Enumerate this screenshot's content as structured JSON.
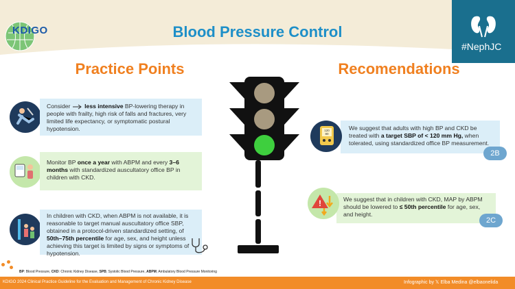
{
  "header": {
    "logo_text": "KDIGO",
    "title": "Blood Pressure Control",
    "hashtag": "#NephJC"
  },
  "sections": {
    "left_title": "Practice Points",
    "right_title": "Recomendations"
  },
  "practice_points": [
    {
      "pre": "Consider ",
      "bold": "less intensive",
      "post": " BP-lowering therapy in people with frailty, high risk of falls and fractures, very limited life expectancy, or symptomatic postural hypotension."
    },
    {
      "pre": "Monitor BP ",
      "bold": "once a year",
      "mid": " with ABPM and every ",
      "bold2": "3–6 months",
      "post": " with standardized auscultatory office BP in children with CKD."
    },
    {
      "pre": "In children with CKD, when ABPM is not available, it is reasonable to target manual auscultatory office SBP, obtained in a protocol-driven standardized setting, of ",
      "bold": "50th–75th percentile",
      "post": " for age, sex, and height unless achieving this target is limited by signs or symptoms of hypotension."
    }
  ],
  "recommendations": [
    {
      "pre": "We suggest that adults with high BP and CKD be treated with ",
      "bold": "a target SBP of < 120 mm Hg,",
      "post": " when tolerated, using standardized office BP measurement.",
      "grade": "2B"
    },
    {
      "pre": "We suggest that in children with CKD, MAP by ABPM should be lowered to ",
      "bold": "≤ 50th percentile",
      "post": " for age, sex, and height.",
      "grade": "2C"
    }
  ],
  "bp_monitor": {
    "line1": "120",
    "line2": "80"
  },
  "footer": {
    "abbr": [
      {
        "term": "BP",
        "def": ": Blood Pressure, "
      },
      {
        "term": "CKD",
        "def": ": Chronic Kidney Disease, "
      },
      {
        "term": "SPB",
        "def": "; Systolic Blood Pressure, "
      },
      {
        "term": "ABPM",
        "def": "; Ambulatory Blood Pressure Monitoring"
      }
    ],
    "guideline": "KDIGO 2024 Clinical Practice Guideline for the Evaluation and Management of Chronic Kidney Disease",
    "credit": "Infographic by 𝕏 Elba Medina @elbaonelida"
  },
  "icons": {
    "traffic_light": "traffic-light-icon",
    "kidneys": "kidneys-icon",
    "stethoscope": "stethoscope-icon"
  },
  "colors": {
    "title_blue": "#1e8fc8",
    "section_orange": "#f08020",
    "dark_navy": "#1f3a5c",
    "light_blue_card": "#dbeef8",
    "light_green_card": "#e3f4d8",
    "footer_orange": "#f28c28",
    "green_light": "#3ecf3e"
  }
}
